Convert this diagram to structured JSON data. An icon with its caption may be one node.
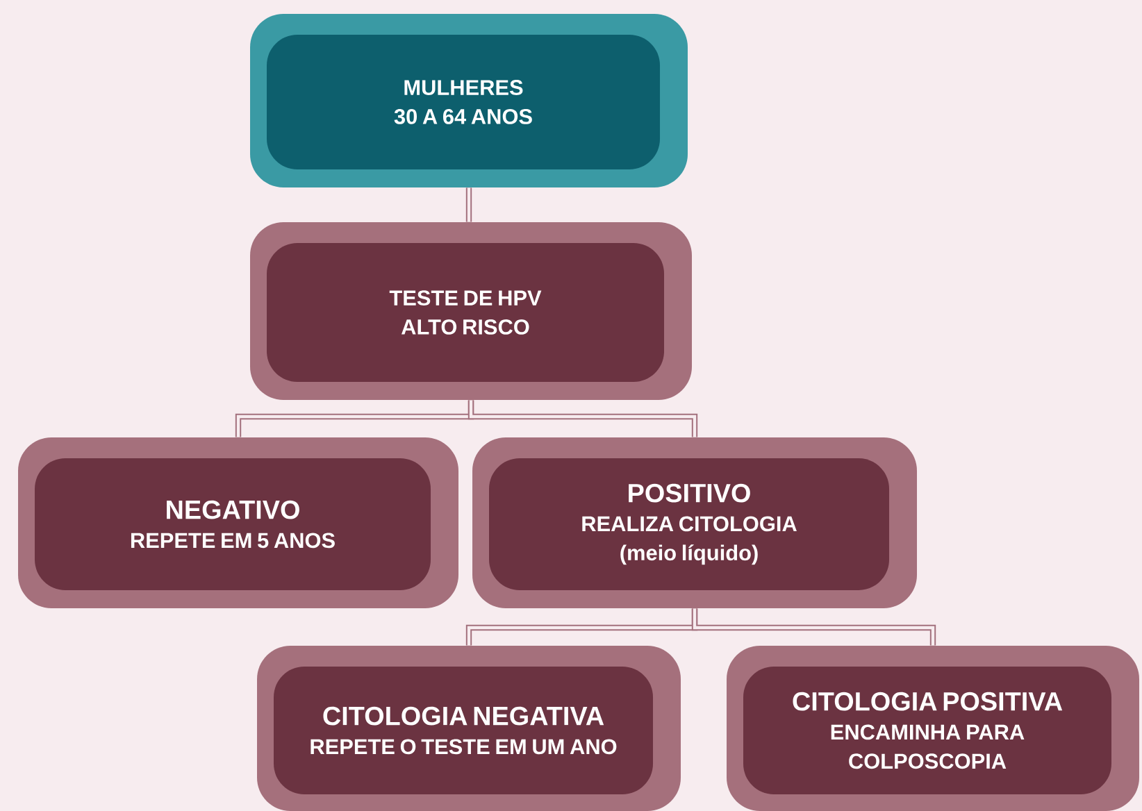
{
  "diagram": {
    "nodes": [
      {
        "text": [
          "MULHERES 30 A 64 ANOS"
        ]
      },
      {
        "text": [
          "TESTE DE HPV ALTO RISCO"
        ]
      },
      {
        "text": [
          "NEGATIVO",
          "REPETE EM 5 ANOS"
        ]
      },
      {
        "text": [
          "POSITIVO",
          "REALIZA CITOLOGIA (meio líquido)"
        ]
      },
      {
        "text": [
          "CITOLOGIA NEGATIVA",
          "REPETE O TESTE EM UM ANO"
        ]
      },
      {
        "text": [
          "CITOLOGIA POSITIVA",
          "ENCAMINHA PARA COLPOSCOPIA"
        ]
      }
    ],
    "edges": [
      {
        "from": 0,
        "to": 1,
        "arrow": "none"
      },
      {
        "from": 1,
        "to": 2,
        "arrow": "none"
      },
      {
        "from": 1,
        "to": 3,
        "arrow": "none"
      },
      {
        "from": 3,
        "to": 4,
        "arrow": "none"
      },
      {
        "from": 3,
        "to": 5,
        "arrow": "none"
      }
    ]
  }
}
